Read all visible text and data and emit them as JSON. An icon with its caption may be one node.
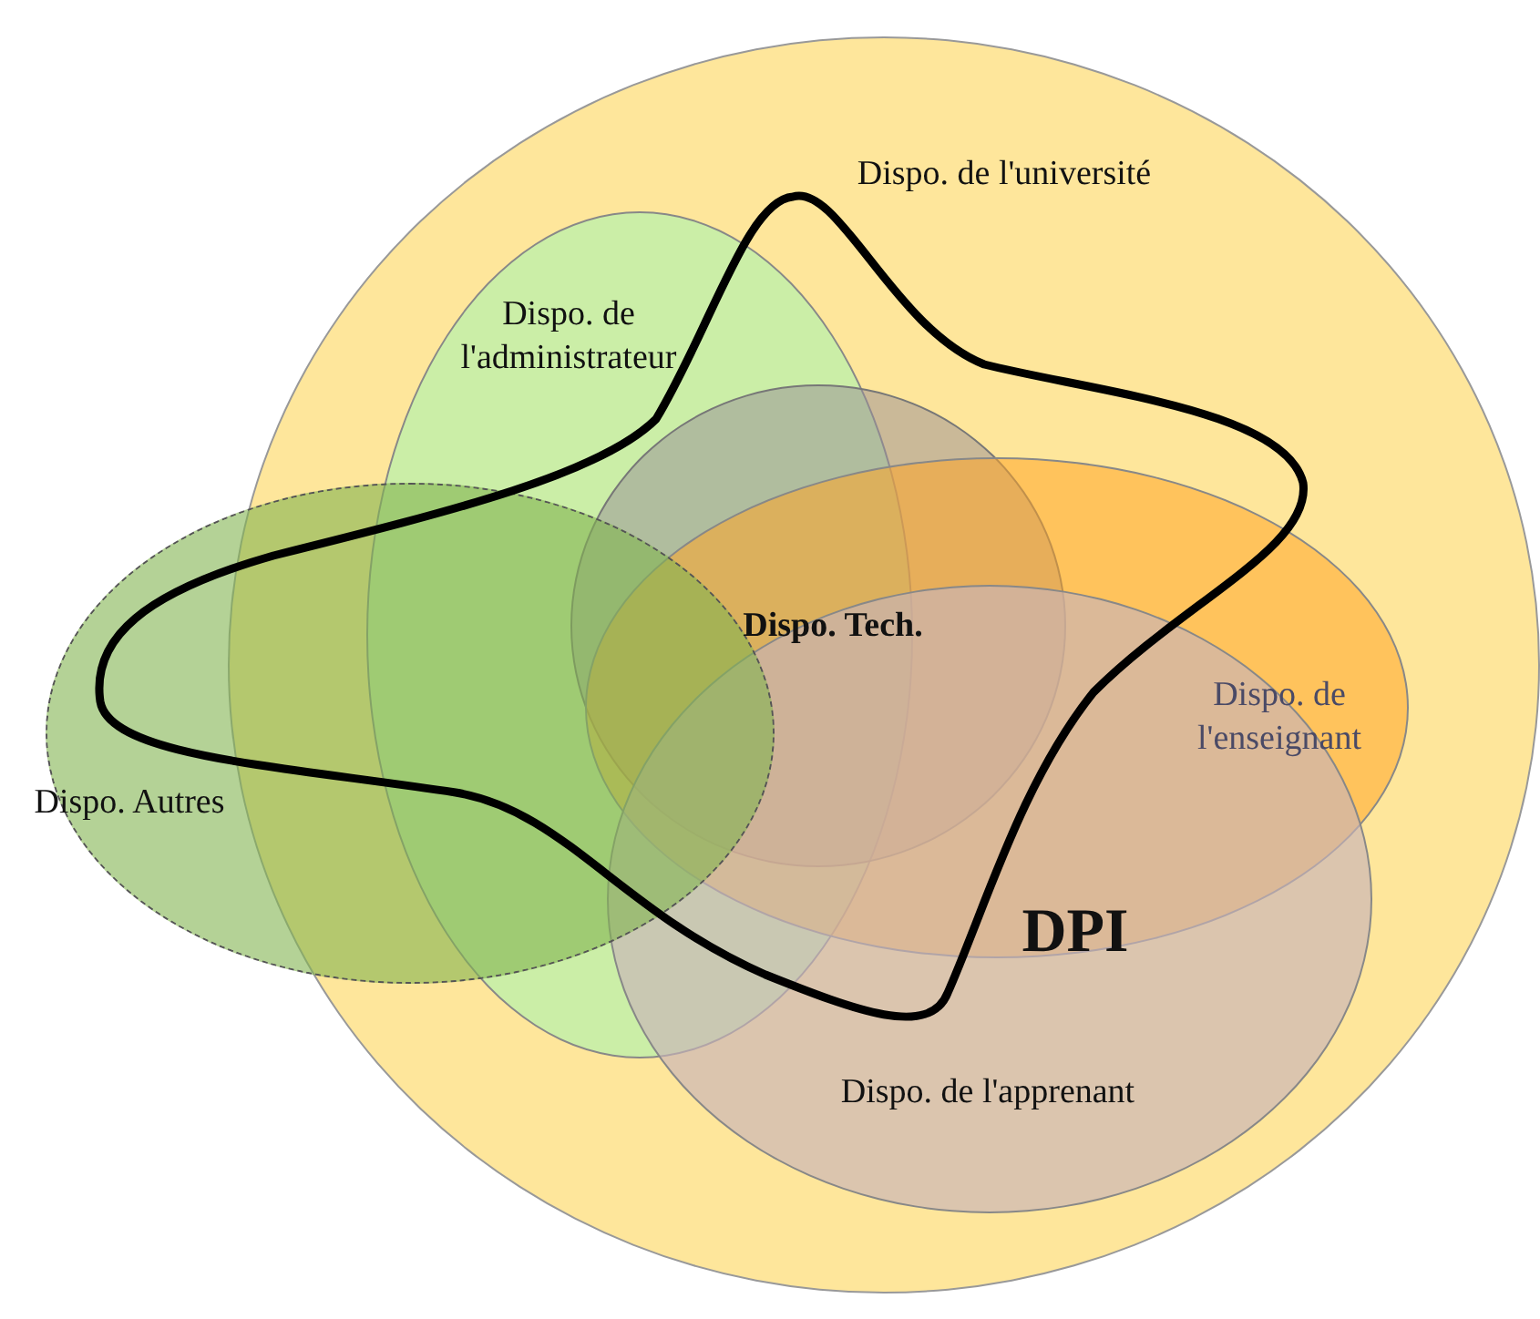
{
  "diagram": {
    "nodes": [
      {
        "text": [
          "Dispo. de l'université"
        ]
      },
      {
        "text": [
          "Dispo. de l'administrateur"
        ],
        "in": 0
      },
      {
        "text": [
          "Dispo. Autres"
        ]
      },
      {
        "text": [
          "Dispo. Tech."
        ],
        "in": 0
      },
      {
        "text": [
          "Dispo. de l'enseignant"
        ],
        "in": 0
      },
      {
        "text": [
          "Dispo. de l'apprenant"
        ],
        "in": 0
      }
    ],
    "labels": [
      "DPI"
    ]
  }
}
